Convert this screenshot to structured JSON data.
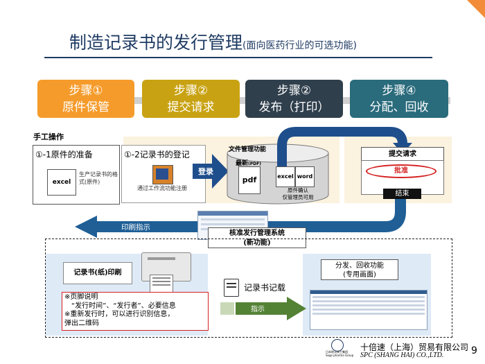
{
  "page": {
    "title_main": "制造记录书的发行管理",
    "title_sub": "(面向医药行业的可选功能)",
    "page_number": "9"
  },
  "steps": [
    {
      "line1": "步骤①",
      "line2": "原件保管",
      "color": "#f59b2b"
    },
    {
      "line1": "步骤②",
      "line2": "提交请求",
      "color": "#c8a213"
    },
    {
      "line1": "步骤②",
      "line2": "发布（打印）",
      "color": "#2f3f4c"
    },
    {
      "line1": "步骤④",
      "line2": "分配、回收",
      "color": "#2a6b7c"
    }
  ],
  "manual": {
    "heading": "手工操作",
    "prep_title": "①-1原件的准备",
    "excel": "excel",
    "prep_note": "生产记录书的格式(原件)",
    "reg_title": "①-2记录书的登记",
    "reg_note": "通过工作流功能注册",
    "register": "登录"
  },
  "filemgmt": {
    "label": "文件管理功能",
    "latest": "最新",
    "latest_tag": "(PDF)",
    "pdf": "pdf",
    "excel": "excel",
    "word": "word",
    "note_line1": "原件确认",
    "note_line2": "仅管理员可用"
  },
  "approval": {
    "submit": "提交请求",
    "approve": "批准",
    "end": "结束"
  },
  "print_arrow": "印刷指示",
  "system": {
    "line1": "核准发行管理系统",
    "line2": "(新功能)"
  },
  "print_box": {
    "title": "记录书(纸)印刷",
    "note1": "※页脚说明",
    "note2": "“发行时间”、“发行者”、必要信息",
    "note3": "※重新发行时，可以进行识别信息，",
    "note4": "弹出二维码"
  },
  "record": {
    "label": "记录书记载",
    "instruct": "指示"
  },
  "distribution": {
    "line1": "分发、回收功能",
    "line2": "(专用画面)"
  },
  "footer": {
    "logo_caption1": "日本地元商工集团",
    "logo_caption2": "Sogo pharma Group",
    "company_cn": "十倍速（上海）贸易有限公司",
    "company_en": "SPC (SHANG HAI) CO.,LTD."
  }
}
